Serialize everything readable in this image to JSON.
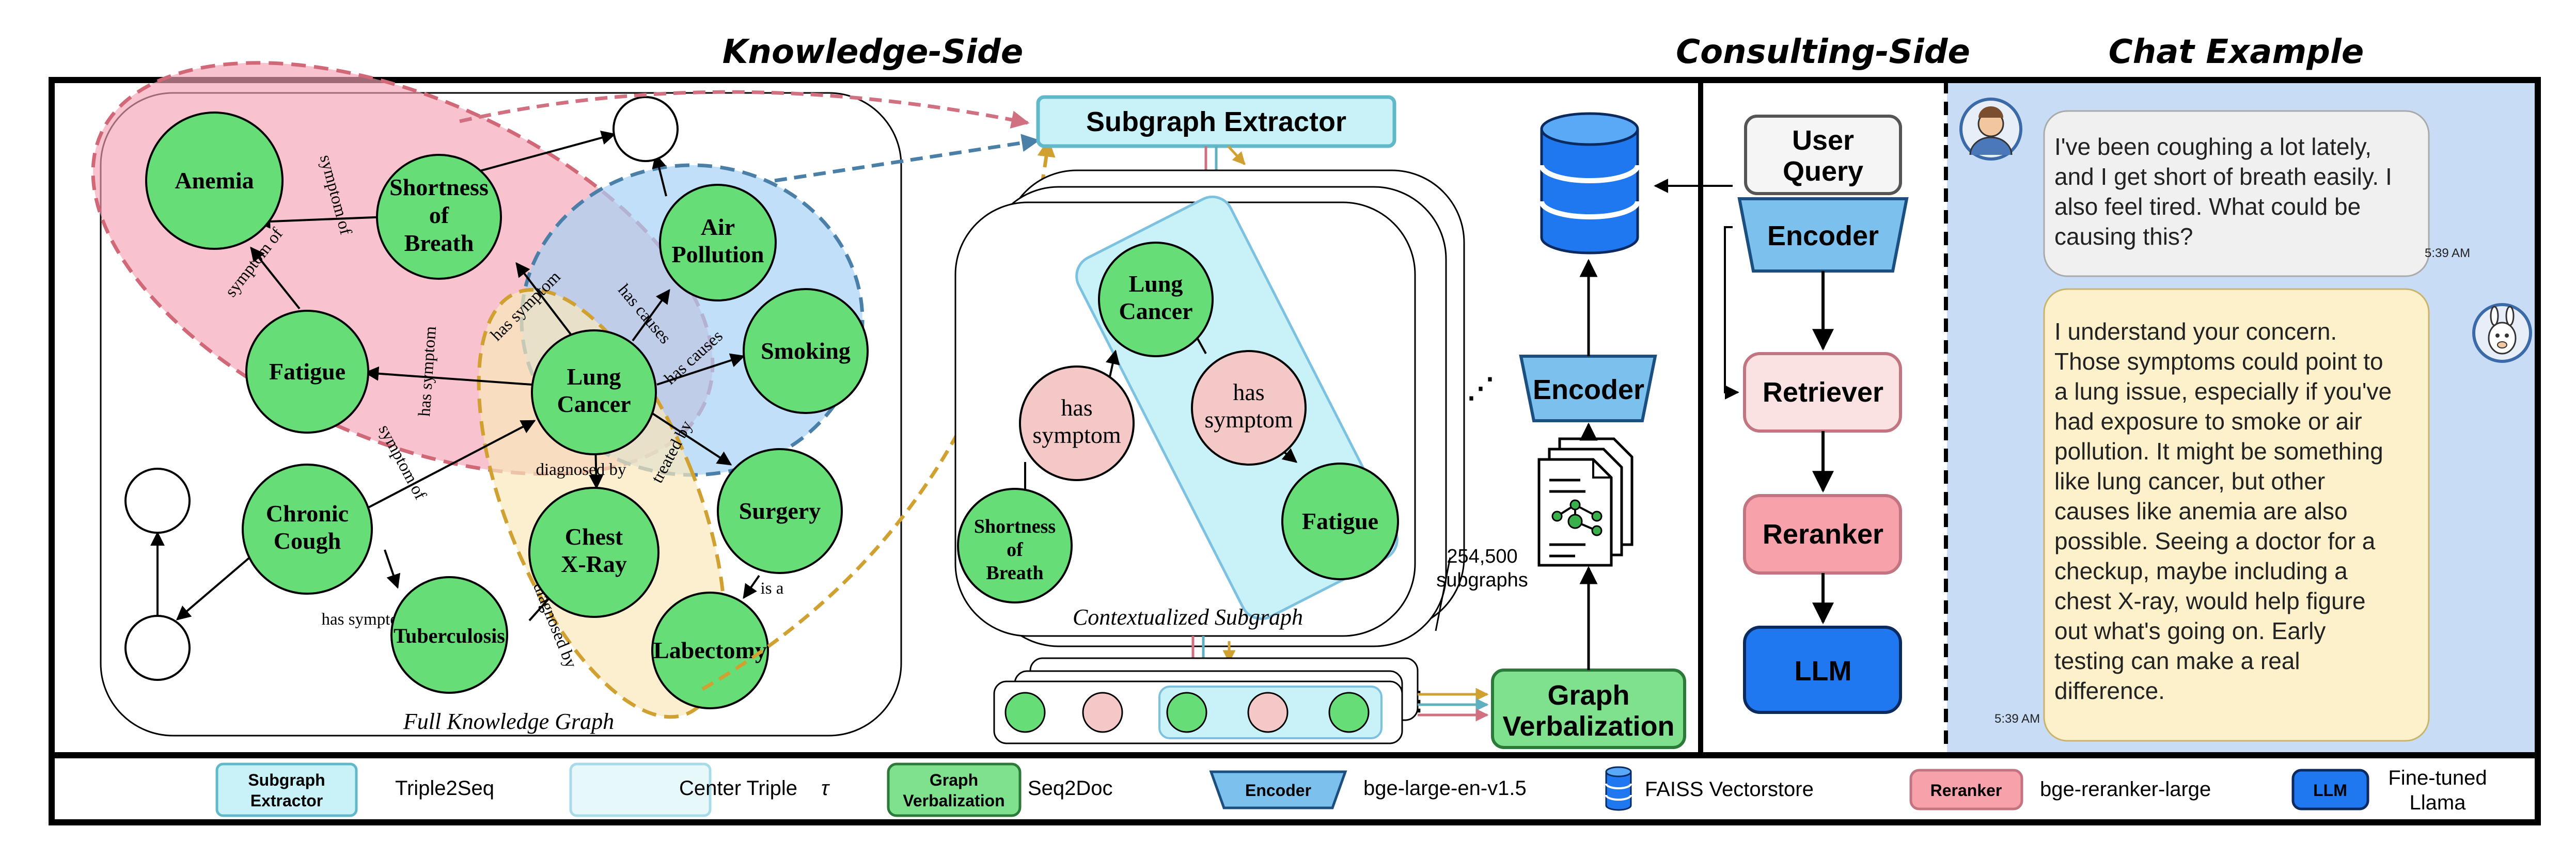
{
  "sections": {
    "knowledge": "Knowledge-Side",
    "consulting": "Consulting-Side",
    "chat": "Chat Example"
  },
  "kg": {
    "caption": "Full Knowledge Graph",
    "nodes": {
      "anemia": "Anemia",
      "sob1": "Shortness",
      "sob2": "of",
      "sob3": "Breath",
      "air1": "Air",
      "air2": "Pollution",
      "fatigue": "Fatigue",
      "lung1": "Lung",
      "lung2": "Cancer",
      "smoking": "Smoking",
      "cough1": "Chronic",
      "cough2": "Cough",
      "xray1": "Chest",
      "xray2": "X-Ray",
      "surgery": "Surgery",
      "tb": "Tuberculosis",
      "labectomy": "Labectomy"
    },
    "edges": {
      "symptom_of_a": "symptom of",
      "symptom_of_b": "symptom of",
      "has_symptom_a": "has symptom",
      "has_causes_a": "has causes",
      "has_causes_b": "has causes",
      "has_symptom_b": "has symptom",
      "symptom_of_c": "symptom of",
      "diagnosed_by_a": "diagnosed by",
      "treated_by": "treated by",
      "has_symptom_c": "has symptom",
      "diagnosed_by_b": "diagnosed by",
      "is_a": "is a"
    }
  },
  "extractor": {
    "label": "Subgraph Extractor",
    "caption": "Contextualized Subgraph",
    "count1": "254,500",
    "count2": "subgraphs",
    "n_sob1": "Shortness",
    "n_sob2": "of",
    "n_sob3": "Breath",
    "n_has1a": "has",
    "n_has1b": "symptom",
    "n_lung1": "Lung",
    "n_lung2": "Cancer",
    "n_has2a": "has",
    "n_has2b": "symptom",
    "n_fatigue": "Fatigue"
  },
  "verbalization": {
    "l1": "Graph",
    "l2": "Verbalization"
  },
  "encoder_label": "Encoder",
  "consulting": {
    "query1": "User",
    "query2": "Query",
    "encoder": "Encoder",
    "retriever": "Retriever",
    "reranker": "Reranker",
    "llm": "LLM"
  },
  "chat": {
    "user_lines": [
      "I've been coughing a lot lately,",
      "and I get short of breath easily. I",
      "also feel tired. What could be",
      "causing this?"
    ],
    "user_time": "5:39 AM",
    "bot_lines": [
      "I understand your concern.",
      "Those symptoms could point to",
      "a lung issue, especially if you've",
      "had exposure to smoke or air",
      "pollution. It might be something",
      "like lung cancer, but other",
      "causes like anemia are also",
      "possible. Seeing a doctor for a",
      "checkup, maybe including a",
      "chest X-ray, would help figure",
      "out what's going on. Early",
      "testing can make a real",
      "difference."
    ],
    "bot_time": "5:39 AM"
  },
  "legend": {
    "extractor_box1": "Subgraph",
    "extractor_box2": "Extractor",
    "extractor_text": "Triple2Seq",
    "center_text": "Center Triple",
    "center_sym": "τ",
    "verb_box1": "Graph",
    "verb_box2": "Verbalization",
    "verb_text": "Seq2Doc",
    "encoder_box": "Encoder",
    "encoder_text": "bge-large-en-v1.5",
    "faiss_text": "FAISS Vectorstore",
    "reranker_box": "Reranker",
    "reranker_text": "bge-reranker-large",
    "llm_box": "LLM",
    "llm_text1": "Fine-tuned",
    "llm_text2": "Llama"
  },
  "colors": {
    "green_node": "#66dd77",
    "pink_node": "#f5c8c8",
    "red_region": "#f4a3b4",
    "blue_region": "#a7d2f5",
    "yellow_region": "#f9e8bb",
    "extractor_fill": "#c8f2f7",
    "encoder_fill": "#7cc1ee",
    "retriever_fill": "#fbe2e2",
    "reranker_fill": "#f7a2ab",
    "llm_fill": "#1f78f0",
    "chat_bg": "#c8dcf6",
    "user_bubble": "#f0f0f0",
    "bot_bubble": "#fdf1cc"
  }
}
